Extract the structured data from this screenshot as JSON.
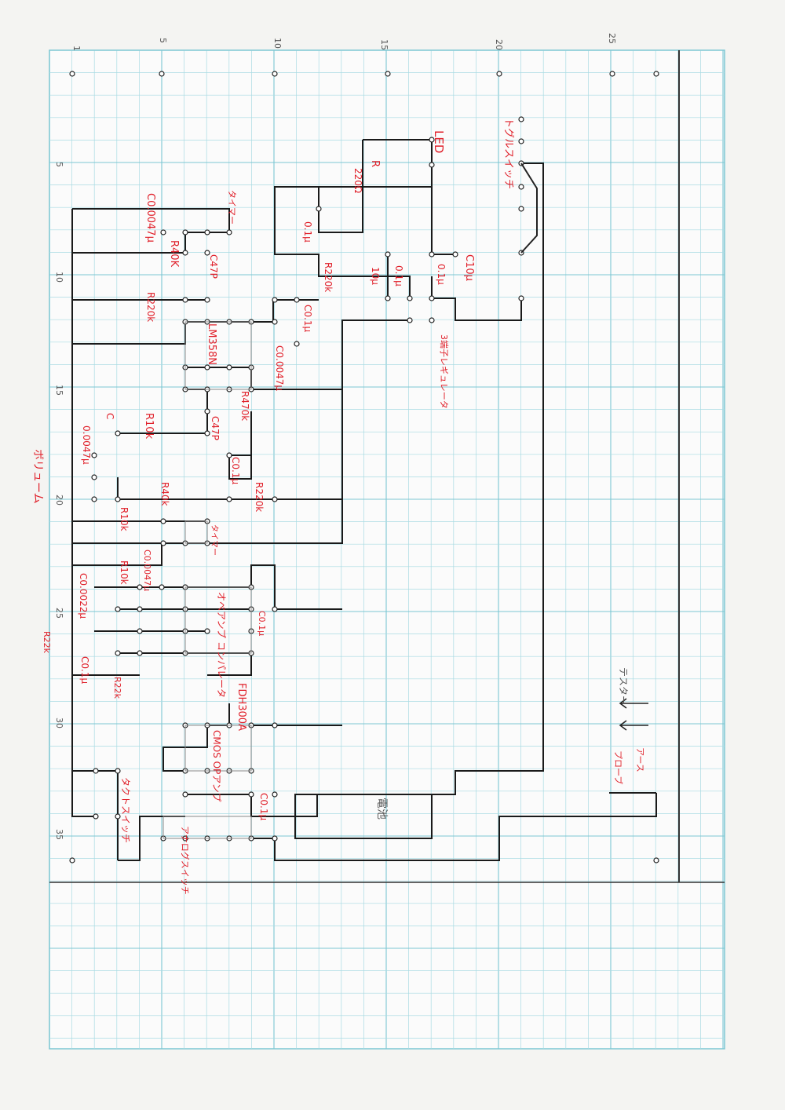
{
  "sheet": {
    "column_numbers": [
      "1",
      "5",
      "10",
      "15",
      "20",
      "25"
    ],
    "row_numbers": [
      "5",
      "10",
      "15",
      "20",
      "25",
      "30",
      "35"
    ]
  },
  "labels": {
    "led": "LED",
    "resistor_led": "R",
    "resistor_led_value": "220Ω",
    "toggle_switch": "トグルスイッチ",
    "c10u_right": "C10μ",
    "c01u_a": "0.1μ",
    "c01u_b": "0.1μ",
    "c10u_left": "10μ",
    "c01u_upper": "0.1μ",
    "regulator": "3端子レギュレータ",
    "timer_ic": "タイマー",
    "c0047_top": "C0.0047μ",
    "r40k_top": "R40K",
    "c47p_top": "C47P",
    "r220k_a": "R220k",
    "r220k_left": "R220k",
    "c01_mid": "C0.1μ",
    "lm358": "LM358N",
    "c0047_mid": "C0.0047μ",
    "r470k": "R470k",
    "c47p_mid": "C47P",
    "c_label_left": "C",
    "c0047_left": "0.0047μ",
    "r10k_a": "R10k",
    "volume": "ボリューム",
    "c01_lower": "C0.1μ",
    "r40k_mid": "R40k",
    "r220k_mid": "R220k",
    "r10k_b": "R10k",
    "timer_ic_2": "タイマー",
    "c0047_low": "C0.0047μ",
    "r10k_c": "R10k",
    "c0022": "C0.0022μ",
    "r22k_left": "R22k",
    "c01_low": "C0.1μ",
    "r22k_low": "R22k",
    "opamp_comparator": "オペアンプ コンパレータ",
    "c01_right_low": "C0.1μ",
    "fdh": "FDH300A",
    "cmos_opamp": "CMOS OPアンプ",
    "c01_bottom": "C0.1μ",
    "tact_switch": "タクトスイッチ",
    "analog_switch": "アナログスイッチ",
    "battery": "電池",
    "tester_plus": "テスター",
    "ground_label": "アース",
    "probe_label": "プローブ"
  },
  "colors": {
    "grid": "#7cc7d3",
    "grid_faint": "#a9dbe3",
    "ink_red": "#e0202a",
    "wire": "#1a1a1a"
  }
}
